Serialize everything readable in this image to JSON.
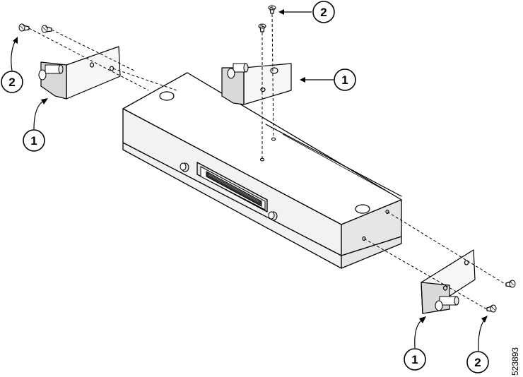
{
  "callouts": {
    "bracket_top": "1",
    "bracket_left": "1",
    "bracket_right": "1",
    "screw_top": "2",
    "screw_left": "2",
    "screw_right": "2"
  },
  "figure_id": "523893"
}
